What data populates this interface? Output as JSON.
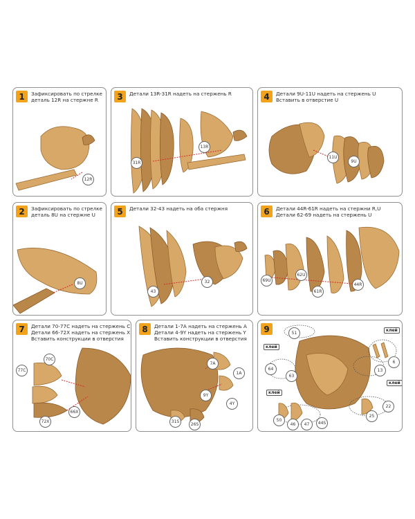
{
  "steps": [
    {
      "number": "1",
      "lines": [
        "Зафиксировать по стрелке",
        "деталь 12R на стержне R"
      ],
      "tags": [
        "12R"
      ]
    },
    {
      "number": "3",
      "lines": [
        "Детали 13R-31R надеть на стержень R"
      ],
      "tags": [
        "31R",
        "13R"
      ]
    },
    {
      "number": "4",
      "lines": [
        "Детали 9U-11U надеть на стержень U",
        "Вставить в отверстие U"
      ],
      "tags": [
        "11U",
        "9U"
      ]
    },
    {
      "number": "2",
      "lines": [
        "Зафиксировать по стрелке",
        "деталь 8U на стержне U"
      ],
      "tags": [
        "8U"
      ]
    },
    {
      "number": "5",
      "lines": [
        "Детали 32-43 надеть на оба стержня"
      ],
      "tags": [
        "43",
        "32"
      ]
    },
    {
      "number": "6",
      "lines": [
        "Детали 44R-61R надеть на стержни R,U",
        "Детали 62-69 надеть на стержень U"
      ],
      "tags": [
        "69U",
        "62U",
        "61R",
        "44R"
      ]
    },
    {
      "number": "7",
      "lines": [
        "Детали 70-77C надеть на стержень C",
        "Детали 66-72X надеть на стержень X",
        "Вставить конструкции в отверстия"
      ],
      "tags": [
        "77C",
        "70C",
        "66X",
        "72X"
      ]
    },
    {
      "number": "8",
      "lines": [
        "Детали 1-7A надеть на стержень A",
        "Детали 4-9Y надеть на стержень Y",
        "Вставить конструкции в отверстия"
      ],
      "tags": [
        "7A",
        "1A",
        "9Y",
        "4Y",
        "31S",
        "26S"
      ]
    },
    {
      "number": "9",
      "lines": [],
      "tags": [
        "51",
        "6",
        "64",
        "63",
        "13",
        "50",
        "46",
        "47",
        "44S",
        "22",
        "25"
      ],
      "glue_label": "клей"
    }
  ],
  "colors": {
    "accent": "#f3a21b",
    "wood": "#d8a868",
    "arrow": "#d42a2a",
    "border": "#8f8f8f"
  }
}
